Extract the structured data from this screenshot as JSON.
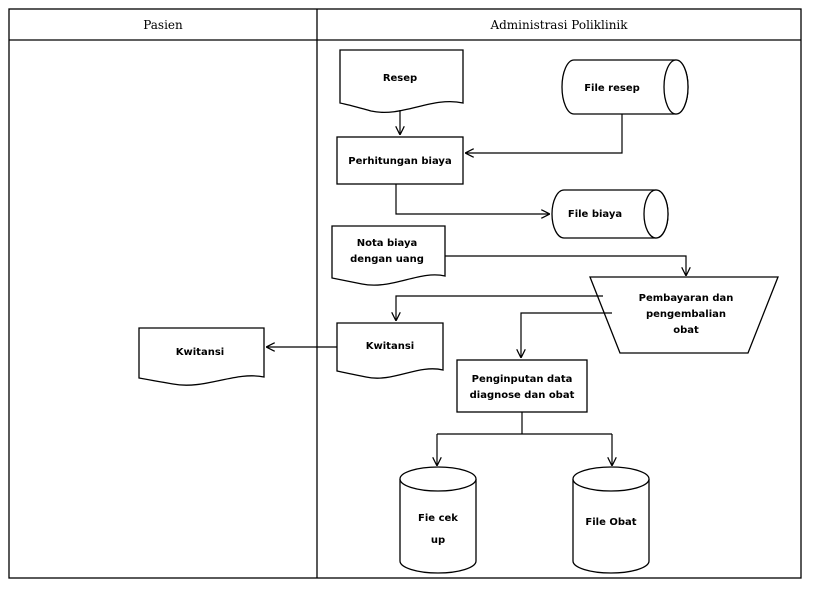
{
  "lanes": {
    "left": "Pasien",
    "right": "Administrasi Poliklinik"
  },
  "nodes": {
    "resep": "Resep",
    "file_resep": "File resep",
    "perhitungan": "Perhitungan biaya",
    "file_biaya": "File biaya",
    "nota_line1": "Nota biaya",
    "nota_line2": "dengan uang",
    "pembayaran_line1": "Pembayaran dan",
    "pembayaran_line2": "pengembalian",
    "pembayaran_line3": "obat",
    "kwitansi_admin": "Kwitansi",
    "kwitansi_pasien": "Kwitansi",
    "penginputan_line1": "Penginputan data",
    "penginputan_line2": "diagnose dan obat",
    "file_cekup_line1": "Fie cek",
    "file_cekup_line2": "up",
    "file_obat": "File Obat"
  },
  "colors": {
    "stroke": "#000000",
    "fill": "#ffffff"
  }
}
